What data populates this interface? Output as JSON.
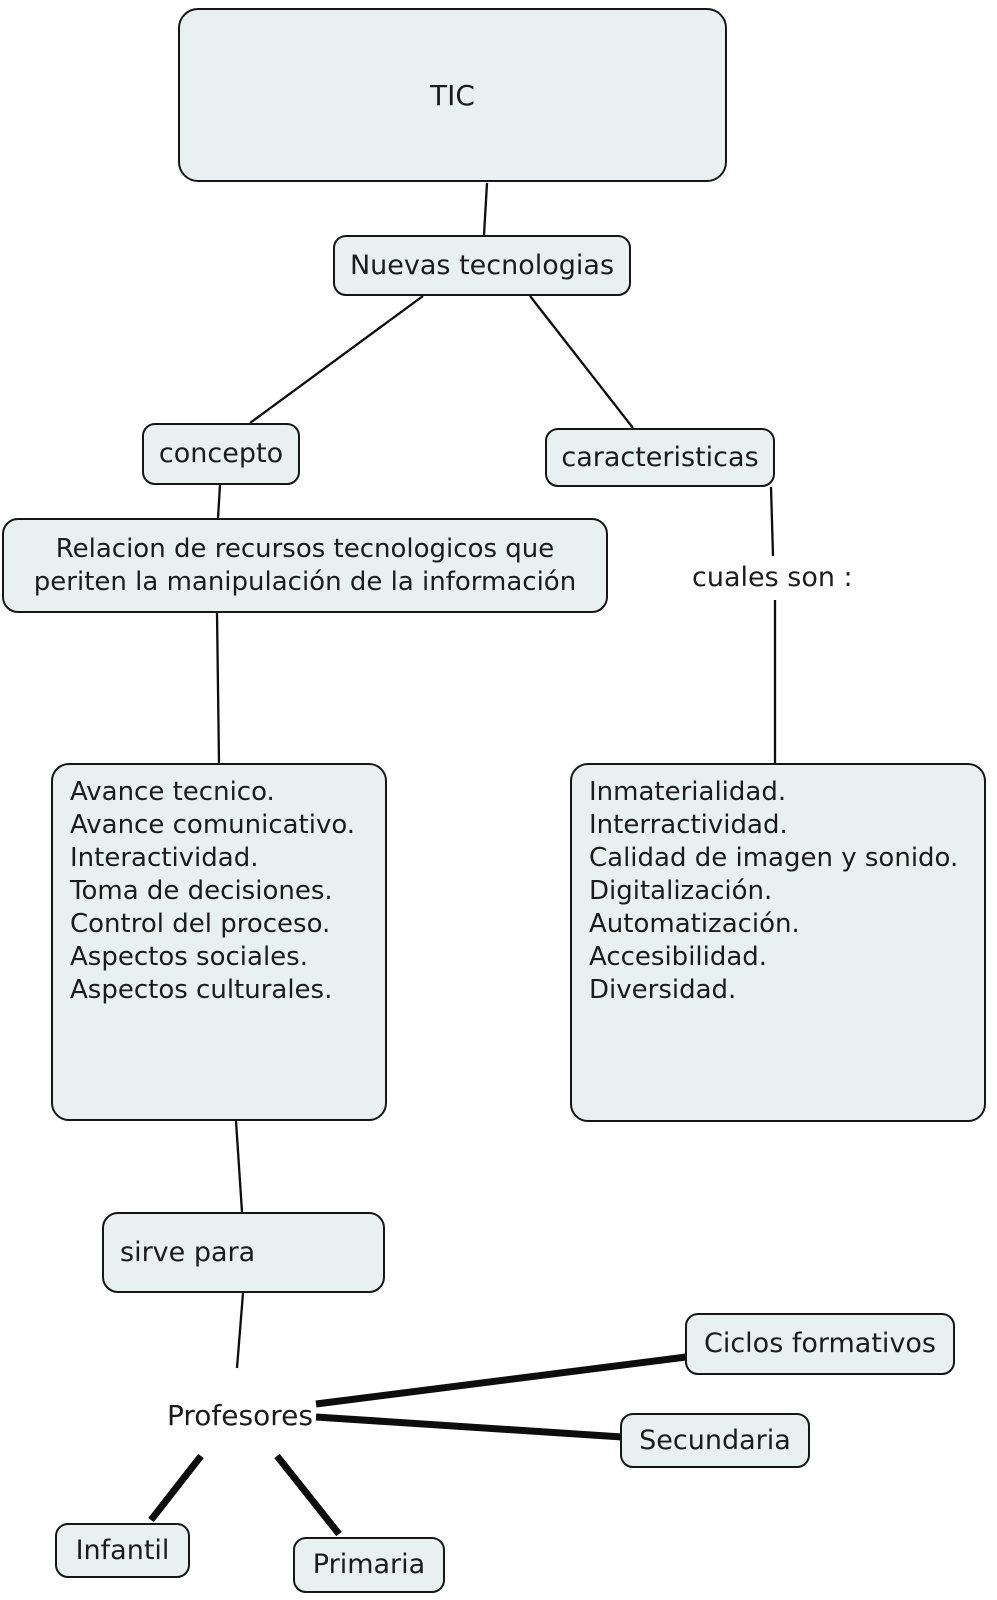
{
  "diagram": {
    "type": "concept-map",
    "colors": {
      "background": "#ffffff",
      "node_fill": "#e8f0f2",
      "node_border": "#161616",
      "connector": "#0d0d0d",
      "text": "#1b1b1b"
    },
    "nodes": {
      "tic": {
        "label": "TIC"
      },
      "nuevas_tecnologias": {
        "label": "Nuevas tecnologias"
      },
      "concepto": {
        "label": "concepto"
      },
      "caracteristicas": {
        "label": "caracteristicas"
      },
      "relacion": {
        "label": "Relacion de recursos tecnologicos que\nperiten la manipulación de la información"
      },
      "cuales_son": {
        "label": "cuales son :"
      },
      "concepto_lista": {
        "label": "Avance tecnico.\nAvance comunicativo.\nInteractividad.\nToma de decisiones.\nControl del proceso.\nAspectos sociales.\nAspectos culturales."
      },
      "caracteristicas_lista": {
        "label": "Inmaterialidad.\nInterractividad.\nCalidad de imagen y sonido.\nDigitalización.\nAutomatización.\nAccesibilidad.\nDiversidad."
      },
      "sirve_para": {
        "label": "sirve para"
      },
      "profesores": {
        "label": "Profesores"
      },
      "ciclos_formativos": {
        "label": "Ciclos formativos"
      },
      "secundaria": {
        "label": "Secundaria"
      },
      "infantil": {
        "label": "Infantil"
      },
      "primaria": {
        "label": "Primaria"
      }
    },
    "edges": [
      {
        "from": "tic",
        "to": "nuevas_tecnologias",
        "style": "thin"
      },
      {
        "from": "nuevas_tecnologias",
        "to": "concepto",
        "style": "thin"
      },
      {
        "from": "nuevas_tecnologias",
        "to": "caracteristicas",
        "style": "thin"
      },
      {
        "from": "concepto",
        "to": "relacion",
        "style": "thin"
      },
      {
        "from": "relacion",
        "to": "concepto_lista",
        "style": "thin"
      },
      {
        "from": "caracteristicas",
        "to": "cuales_son",
        "style": "thin"
      },
      {
        "from": "cuales_son",
        "to": "caracteristicas_lista",
        "style": "thin"
      },
      {
        "from": "concepto_lista",
        "to": "sirve_para",
        "style": "thin"
      },
      {
        "from": "sirve_para",
        "to": "profesores",
        "style": "thin"
      },
      {
        "from": "profesores",
        "to": "ciclos_formativos",
        "style": "thick"
      },
      {
        "from": "profesores",
        "to": "secundaria",
        "style": "thick"
      },
      {
        "from": "profesores",
        "to": "infantil",
        "style": "thick"
      },
      {
        "from": "profesores",
        "to": "primaria",
        "style": "thick"
      }
    ]
  }
}
